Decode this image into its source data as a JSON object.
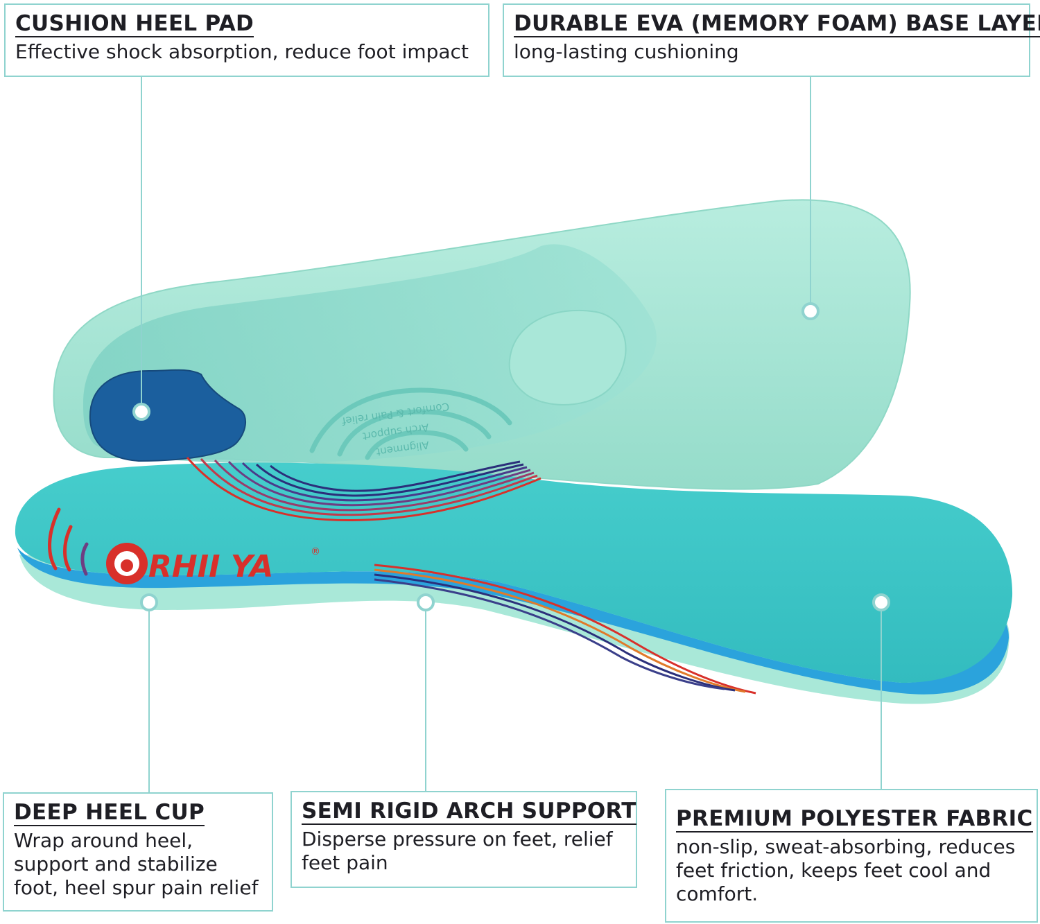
{
  "brand": {
    "logo_text": "RHII YA",
    "registered_mark": "®"
  },
  "insole_imprint": {
    "line1": "Comfort & Pain relief",
    "line2": "Arch support",
    "line3": "Alignment"
  },
  "callouts": {
    "cushion_heel_pad": {
      "title": "CUSHION HEEL PAD",
      "description": "Effective shock absorption, reduce foot impact"
    },
    "eva_base_layer": {
      "title": "DURABLE EVA (MEMORY FOAM) BASE LAYER",
      "description": "long-lasting cushioning"
    },
    "deep_heel_cup": {
      "title": "DEEP HEEL CUP",
      "description": "Wrap around heel, support and stabilize foot, heel spur pain relief"
    },
    "arch_support": {
      "title": "SEMI RIGID ARCH SUPPORT",
      "description": "Disperse pressure on feet, relief feet pain"
    },
    "polyester_fabric": {
      "title": "PREMIUM POLYESTER FABRIC",
      "description": "non-slip, sweat-absorbing, reduces feet friction, keeps feet cool and comfort."
    }
  },
  "colors": {
    "callout_border": "#8fd3cf",
    "leader_line": "#8fd3cf",
    "insole_bottom_mint": "#a6e6d7",
    "insole_top_teal": "#3ec7c8",
    "foam_edge_blue": "#2ba3dc",
    "heel_pad_blue": "#1b5f9e",
    "stripe_red": "#d8302a",
    "stripe_navy": "#2b2f7a",
    "text": "#1e1e24"
  }
}
